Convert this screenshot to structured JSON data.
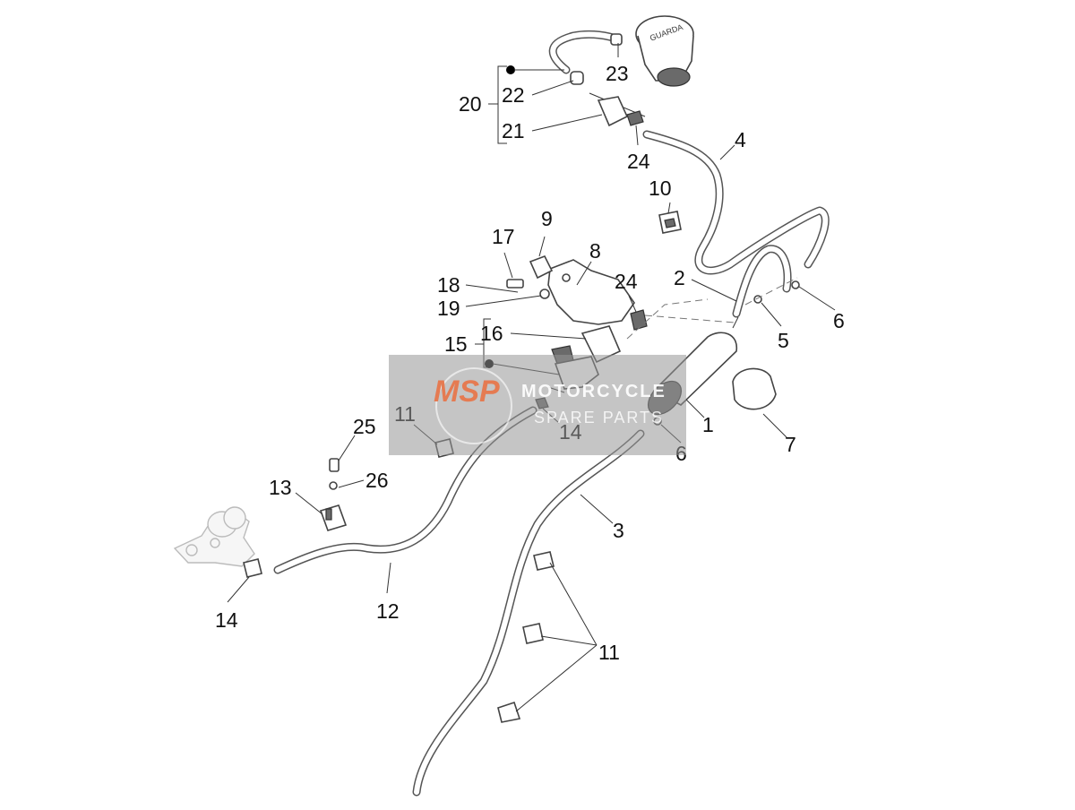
{
  "callouts": {
    "c1": "1",
    "c2": "2",
    "c3": "3",
    "c4": "4",
    "c5": "5",
    "c6a": "6",
    "c6b": "6",
    "c7": "7",
    "c8": "8",
    "c9": "9",
    "c10": "10",
    "c11a": "11",
    "c11b": "11",
    "c12": "12",
    "c13": "13",
    "c14a": "14",
    "c14b": "14",
    "c15": "15",
    "c16": "16",
    "c17": "17",
    "c18": "18",
    "c19": "19",
    "c20": "20",
    "c21": "21",
    "c22": "22",
    "c23": "23",
    "c24a": "24",
    "c24b": "24",
    "c25": "25",
    "c26": "26"
  },
  "watermark": {
    "logo": "MSP",
    "line1": "MOTORCYCLE",
    "line2": "SPARE PARTS"
  },
  "cap_text": "GUARDA"
}
